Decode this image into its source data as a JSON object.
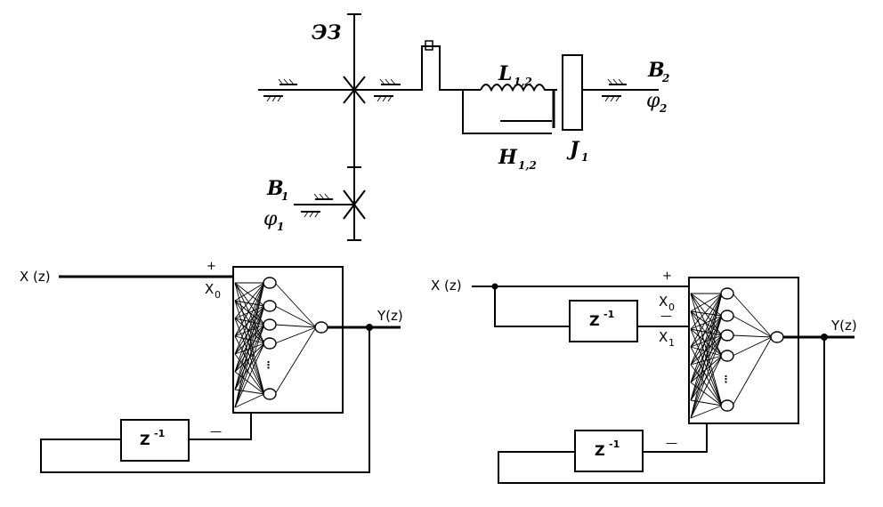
{
  "mechanism": {
    "ez_label": "ЭЗ",
    "l_label": "L",
    "l_sub": "1,2",
    "h_label": "H",
    "h_sub": "1,2",
    "j_label": "J",
    "j_sub": "1",
    "b1_label": "B",
    "b1_sub": "1",
    "phi1_label": "φ",
    "phi1_sub": "1",
    "b2_label": "B",
    "b2_sub": "2",
    "phi2_label": "φ",
    "phi2_sub": "2"
  },
  "left_scheme": {
    "input_label": "X (z)",
    "output_label": "Y(z)",
    "x0_label": "X",
    "x0_sub": "0",
    "plus_sign": "+",
    "minus_sign": "—",
    "delay_label": "Z",
    "delay_sup": "-1",
    "dots": "⋮"
  },
  "right_scheme": {
    "input_label": "X (z)",
    "output_label": "Y(z)",
    "x0_label": "X",
    "x0_sub": "0",
    "x1_label": "X",
    "x1_sub": "1",
    "plus_sign": "+",
    "minus_sign_top": "—",
    "minus_sign_bottom": "—",
    "delay_top_label": "Z",
    "delay_top_sup": "-1",
    "delay_bottom_label": "Z",
    "delay_bottom_sup": "-1",
    "dots": "⋮"
  }
}
